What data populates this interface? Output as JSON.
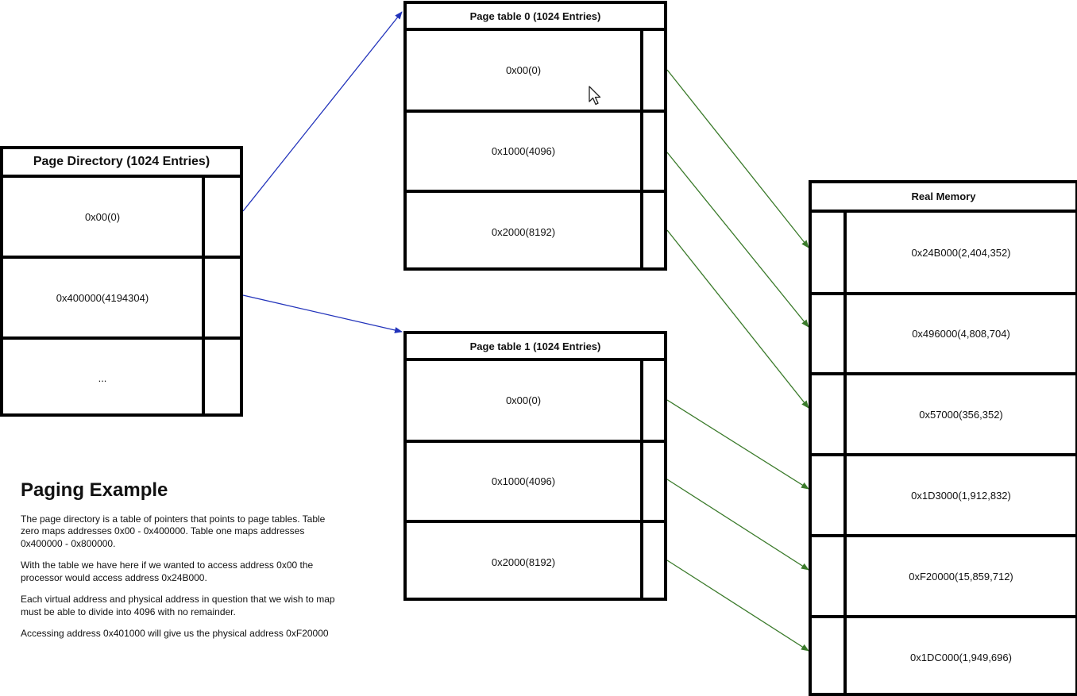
{
  "page_directory": {
    "title": "Page Directory (1024 Entries)",
    "entries": [
      "0x00(0)",
      "0x400000(4194304)",
      "..."
    ]
  },
  "page_table_0": {
    "title": "Page table 0 (1024 Entries)",
    "entries": [
      "0x00(0)",
      "0x1000(4096)",
      "0x2000(8192)"
    ]
  },
  "page_table_1": {
    "title": "Page table 1 (1024 Entries)",
    "entries": [
      "0x00(0)",
      "0x1000(4096)",
      "0x2000(8192)"
    ]
  },
  "real_memory": {
    "title": "Real Memory",
    "entries": [
      "0x24B000(2,404,352)",
      "0x496000(4,808,704)",
      "0x57000(356,352)",
      "0x1D3000(1,912,832)",
      "0xF20000(15,859,712)",
      "0x1DC000(1,949,696)"
    ]
  },
  "info": {
    "heading": "Paging Example",
    "paragraphs": [
      "The page directory is a table of pointers that points to page tables. Table zero maps addresses 0x00 - 0x400000. Table one maps addresses 0x400000 - 0x800000.",
      "With the table we have here if we wanted to access address 0x00 the processor would access address 0x24B000.",
      "Each virtual address and physical address in question that we wish to map must be able to divide into 4096 with no remainder.",
      "Accessing address 0x401000 will give us the physical address 0xF20000"
    ]
  },
  "colors": {
    "directory_arrow": "#2233bb",
    "memory_arrow": "#3a7a2a",
    "border": "#000000"
  }
}
